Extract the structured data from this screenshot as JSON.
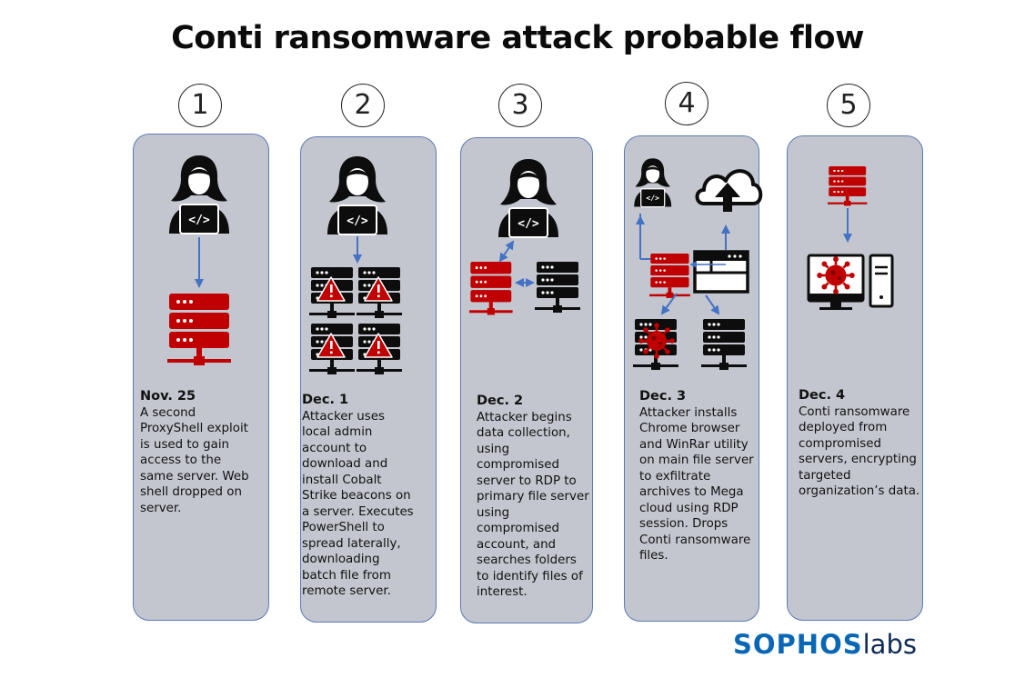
{
  "title": "Conti ransomware attack probable flow",
  "colors": {
    "card_bg": "#c3c6ce",
    "card_border": "#5b7ab6",
    "server_red": "#c00000",
    "arrow_blue": "#4472c4",
    "ink": "#0d0d0d"
  },
  "steps": [
    {
      "number": "1",
      "date": "Nov. 25",
      "text": "A second\nProxyShell exploit\nis used to gain\naccess to the\nsame server. Web\nshell dropped on\nserver.",
      "icons": [
        "hacker-icon",
        "red-server-icon"
      ]
    },
    {
      "number": "2",
      "date": "Dec. 1",
      "text": "Attacker uses\nlocal admin\naccount to\ndownload and\ninstall Cobalt\nStrike beacons on\na  server. Executes\nPowerShell to\nspread laterally,\ndownloading\nbatch file from\nremote server.",
      "icons": [
        "hacker-icon",
        "infected-server-icon"
      ]
    },
    {
      "number": "3",
      "date": "Dec. 2",
      "text": "Attacker begins\ndata collection,\nusing\ncompromised\nserver to RDP to\nprimary file server\nusing\ncompromised\naccount,  and\nsearches folders\nto identify files of\ninterest.",
      "icons": [
        "hacker-icon",
        "red-server-icon",
        "black-server-icon"
      ]
    },
    {
      "number": "4",
      "date": "Dec. 3",
      "text": "Attacker installs\nChrome browser\nand WinRar utility\non main file server\nto exfiltrate\narchives to Mega\ncloud using RDP\nsession. Drops\nConti ransomware\nfiles.",
      "icons": [
        "hacker-icon",
        "cloud-upload-icon",
        "red-server-icon",
        "browser-window-icon",
        "virus-server-icon",
        "black-server-icon"
      ]
    },
    {
      "number": "5",
      "date": "Dec. 4",
      "text": "Conti ransomware\ndeployed from\ncompromised\nservers, encrypting\ntargeted\norganization’s data.",
      "icons": [
        "red-server-icon",
        "infected-computer-icon"
      ]
    }
  ],
  "logo": {
    "part1": "SOPHOS",
    "part2": "labs"
  }
}
